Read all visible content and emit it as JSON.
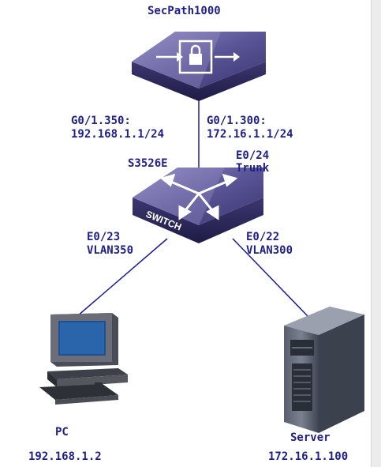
{
  "devices": {
    "firewall": {
      "name": "SecPath1000"
    },
    "switch": {
      "name": "S3526E",
      "badge": "SWITCH"
    },
    "pc": {
      "name": "PC",
      "ip": "192.168.1.2"
    },
    "server": {
      "name": "Server",
      "ip": "172.16.1.100"
    }
  },
  "links": {
    "fw_left": {
      "port": "G0/1.350:",
      "ip": "192.168.1.1/24"
    },
    "fw_right": {
      "port": "G0/1.300:",
      "ip": "172.16.1.1/24"
    },
    "uplink": {
      "port": "E0/24",
      "mode": "Trunk"
    },
    "pc_link": {
      "port": "E0/23",
      "vlan": "VLAN350"
    },
    "server_link": {
      "port": "E0/22",
      "vlan": "VLAN300"
    }
  },
  "colors": {
    "label": "#1f1f8a",
    "device_dark": "#2f2a5c",
    "device_mid": "#4a4585",
    "link_line": "#1a1aa0"
  }
}
